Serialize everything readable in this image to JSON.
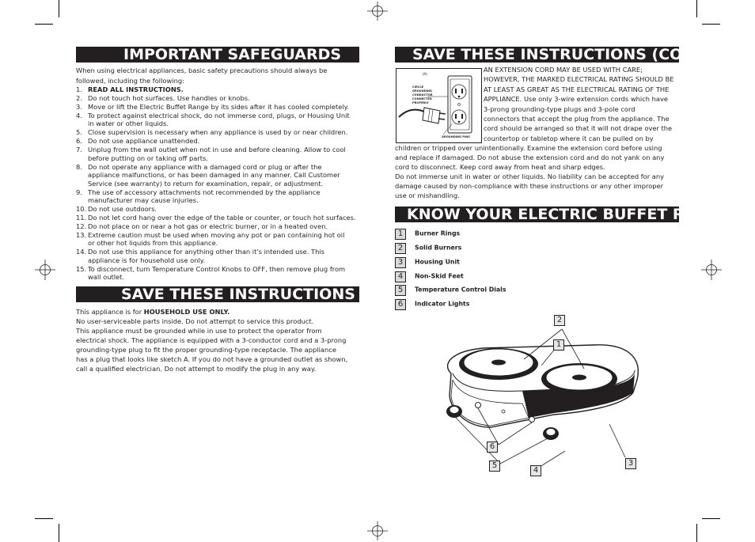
{
  "left": {
    "safeguards": {
      "heading": "IMPORTANT SAFEGUARDS",
      "intro_line1": "When using electrical appliances, basic safety precautions should always be",
      "intro_line2": "followed, including the following:",
      "items": [
        {
          "num": "1.",
          "lines": [
            "READ ALL INSTRUCTIONS."
          ],
          "bold": true
        },
        {
          "num": "2.",
          "lines": [
            "Do not touch hot surfaces. Use handles or knobs."
          ]
        },
        {
          "num": "3.",
          "lines": [
            "Move or lift the Electric Buffet Range by its sides after it has cooled completely."
          ]
        },
        {
          "num": "4.",
          "lines": [
            "To protect against electrical shock, do not immerse cord, plugs, or Housing Unit",
            "in water or other liquids."
          ]
        },
        {
          "num": "5.",
          "lines": [
            "Close supervision is necessary when any appliance is used by or near children."
          ]
        },
        {
          "num": "6.",
          "lines": [
            "Do not use appliance unattended."
          ]
        },
        {
          "num": "7.",
          "lines": [
            "Unplug from the wall outlet when not in use and before cleaning. Allow to cool",
            "before putting on or taking off parts."
          ]
        },
        {
          "num": "8.",
          "lines": [
            "Do not operate any appliance with a damaged cord or plug or after the",
            "appliance malfunctions, or has been damaged in any manner. Call Customer",
            "Service (see warranty) to return for examination, repair, or adjustment."
          ]
        },
        {
          "num": "9.",
          "lines": [
            "The use of accessory attachments not recommended by the appliance",
            "manufacturer may cause injuries."
          ]
        },
        {
          "num": "10.",
          "lines": [
            "Do not use outdoors."
          ]
        },
        {
          "num": "11.",
          "lines": [
            "Do not let cord hang over the edge of the table or counter, or touch hot surfaces."
          ]
        },
        {
          "num": "12.",
          "lines": [
            "Do not place on or near a hot gas or electric burner, or in a heated oven."
          ]
        },
        {
          "num": "13.",
          "lines": [
            "Extreme caution must be used when moving any pot or pan containing hot oil",
            "or other hot liquids from this appliance."
          ]
        },
        {
          "num": "14.",
          "lines": [
            "Do not use this appliance for anything other than it's intended use. This",
            "appliance is for household use only."
          ]
        },
        {
          "num": "15.",
          "lines": [
            "To disconnect, turn Temperature Control Knobs to OFF, then remove plug from",
            "wall outlet."
          ]
        }
      ]
    },
    "save": {
      "heading": "SAVE THESE INSTRUCTIONS",
      "household_prefix": "This appliance is for ",
      "household_bold": "HOUSEHOLD USE ONLY.",
      "lines": [
        "No user-serviceable parts inside. Do not attempt to service this product.",
        "This appliance must be grounded while in use to protect the operator from",
        "electrical shock. The appliance is equipped with a 3-conductor cord and a 3-prong",
        "grounding-type plug to fit the proper grounding-type receptacle. The appliance",
        "has a plug that looks like sketch A.  If you do not have a grounded outlet as shown,",
        "call a qualified electrician.  Do not attempt to modify the plug in any way."
      ]
    }
  },
  "right": {
    "cont": {
      "heading": "SAVE THESE INSTRUCTIONS (CONT.)",
      "wrapped_lines": [
        "AN EXTENSION CORD MAY BE USED WITH CARE;",
        "HOWEVER, THE MARKED ELECTRICAL RATING SHOULD BE",
        "AT LEAST AS GREAT AS THE ELECTRICAL RATING OF THE",
        "APPLIANCE.  Use only 3-wire extension cords which have",
        "3-prong grounding-type plugs and 3-pole cord",
        "connectors that accept the plug from the appliance.  The",
        "cord should be arranged so that it will not drape over the",
        "countertop or tabletop where it can be pulled on by"
      ],
      "full_lines": [
        "children or tripped over unintentionally.  Examine the extension cord before using",
        "and replace if damaged. Do not abuse the extension cord and do not yank on any",
        "cord to disconnect. Keep cord away from heat and sharp edges.",
        "Do not immerse unit in water or other liquids. No liability can be accepted for any",
        "damage caused by non-compliance with these instructions or any other improper",
        "use or mishandling."
      ],
      "sketch": {
        "tag": "(A)",
        "label_left": [
          "CIRCLE",
          "GROUNDING",
          "CONDUCTOR",
          "CONNECTED",
          "PROPERLY"
        ],
        "label_bottom": "GROUNDING PINS"
      }
    },
    "know": {
      "heading": "KNOW YOUR ELECTRIC BUFFET RANGE",
      "parts": [
        {
          "num": "1",
          "label": "Burner Rings"
        },
        {
          "num": "2",
          "label": "Solid Burners"
        },
        {
          "num": "3",
          "label": "Housing Unit"
        },
        {
          "num": "4",
          "label": "Non-Skid Feet"
        },
        {
          "num": "5",
          "label": "Temperature Control Dials"
        },
        {
          "num": "6",
          "label": "Indicator Lights"
        }
      ],
      "callouts": {
        "c1": "1",
        "c2": "2",
        "c3": "3",
        "c4": "4",
        "c5": "5",
        "c6": "6"
      }
    }
  },
  "colors": {
    "heading_bg": "#231f20",
    "heading_fg": "#ffffff",
    "box_fill": "#d9d9d9"
  }
}
